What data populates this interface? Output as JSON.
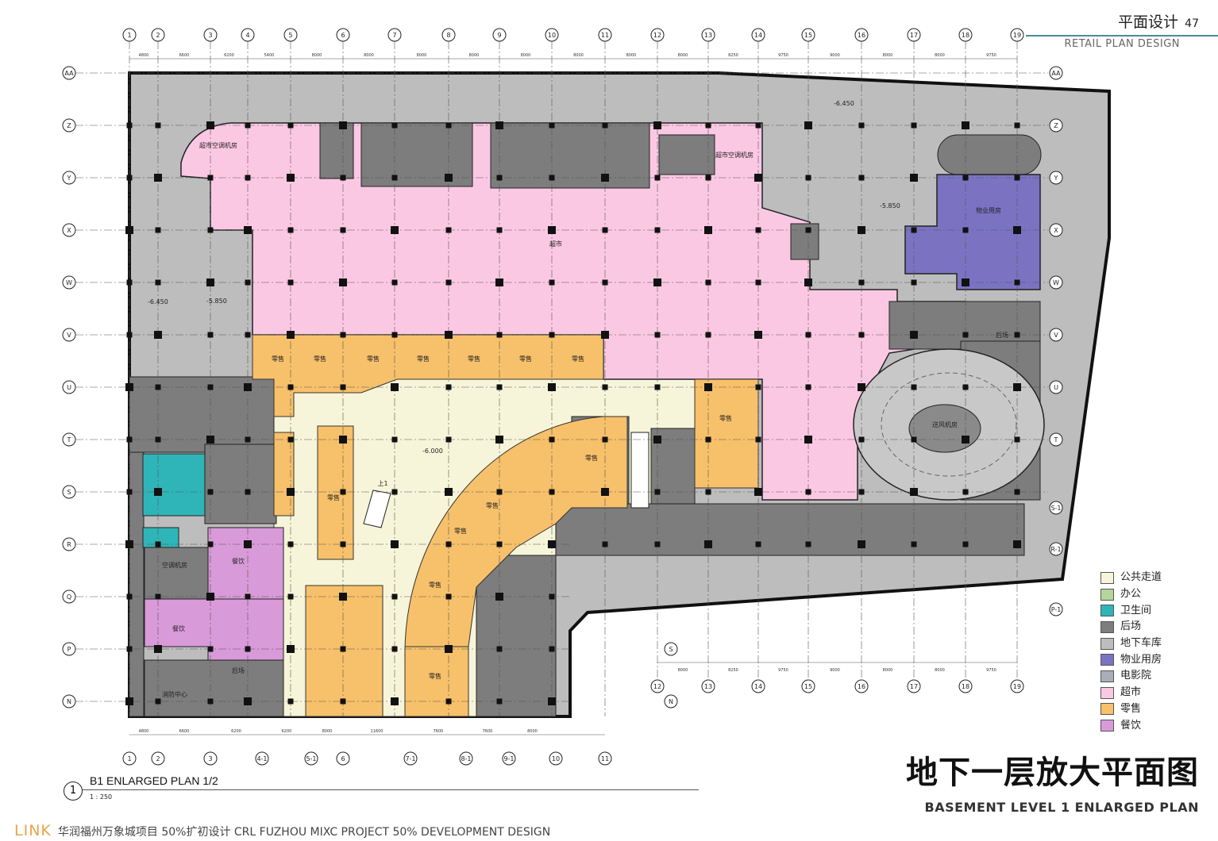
{
  "header": {
    "title_cn": "平面设计",
    "page_number": "47",
    "title_en": "RETAIL PLAN DESIGN"
  },
  "grid": {
    "top_columns": [
      "1",
      "2",
      "3",
      "4",
      "5",
      "6",
      "7",
      "8",
      "9",
      "10",
      "11",
      "12",
      "13",
      "14",
      "15",
      "16",
      "17",
      "18",
      "19"
    ],
    "top_dims": [
      "4800",
      "6600",
      "6200",
      "5400",
      "8000",
      "8000",
      "8000",
      "8000",
      "8000",
      "8000",
      "8000",
      "8000",
      "8250",
      "9750",
      "9000",
      "8000",
      "8000",
      "9750"
    ],
    "rows_left": [
      "AA",
      "Z",
      "Y",
      "X",
      "W",
      "V",
      "U",
      "T",
      "S",
      "R",
      "Q",
      "P",
      "N"
    ],
    "rows_right": [
      "AA",
      "Z",
      "Y",
      "X",
      "W",
      "V",
      "U",
      "T",
      "S-1",
      "R-1",
      "P-1"
    ],
    "bottom_columns": [
      "1",
      "2",
      "3",
      "4-1",
      "5-1",
      "6",
      "7-1",
      "8-1",
      "9-1",
      "10",
      "11"
    ],
    "bottom_dims": [
      "4800",
      "6600",
      "6200",
      "6200",
      "8000",
      "11600",
      "7600",
      "7600",
      "8000"
    ],
    "bottom_right_columns": [
      "12",
      "13",
      "14",
      "15",
      "16",
      "17",
      "18",
      "19"
    ],
    "bottom_right_dims": [
      "8000",
      "8250",
      "9750",
      "9000",
      "8000",
      "8000",
      "9750"
    ],
    "bottom_right_rows": [
      "S",
      "N"
    ]
  },
  "plan": {
    "elevations": [
      "-6.450",
      "-5.850",
      "-6.450",
      "-5.850",
      "-6.000"
    ],
    "rooms": {
      "supermarket": "超市",
      "retail": "零售",
      "dining": "餐饮",
      "back": "后场",
      "ac_room": "超市空调机房",
      "hvac": "空调机房",
      "property": "物业用房",
      "fan_room": "送风机房",
      "fire_center": "消防中心",
      "up": "上1"
    }
  },
  "legend": [
    {
      "label": "公共走道",
      "color": "#f7f5d9"
    },
    {
      "label": "办公",
      "color": "#b5d69a"
    },
    {
      "label": "卫生间",
      "color": "#2fb5b8"
    },
    {
      "label": "后场",
      "color": "#7d7d7d"
    },
    {
      "label": "地下车库",
      "color": "#bdbdbd"
    },
    {
      "label": "物业用房",
      "color": "#7b73c2"
    },
    {
      "label": "电影院",
      "color": "#a9adb8"
    },
    {
      "label": "超市",
      "color": "#fbc8e4"
    },
    {
      "label": "零售",
      "color": "#f7c06a"
    },
    {
      "label": "餐饮",
      "color": "#d99ad9"
    }
  ],
  "drawing": {
    "number": "1",
    "name": "B1 ENLARGED PLAN 1/2",
    "scale": "1 : 250"
  },
  "title": {
    "cn": "地下一层放大平面图",
    "en": "BASEMENT LEVEL 1 ENLARGED PLAN"
  },
  "footer": {
    "logo": "LINK",
    "text": "华润福州万象城项目  50%扩初设计    CRL FUZHOU MIXC PROJECT 50% DEVELOPMENT DESIGN"
  }
}
